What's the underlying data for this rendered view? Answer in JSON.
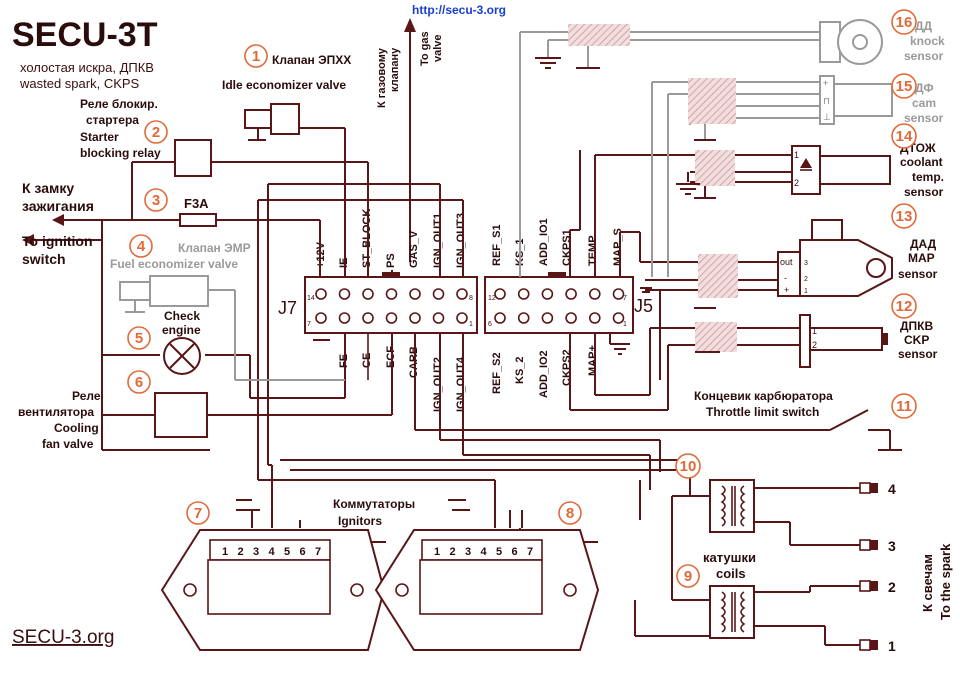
{
  "header": {
    "title": "SECU-3T",
    "subtitle1": "холостая искра, ДПКВ",
    "subtitle2": "wasted spark, CKPS",
    "url": "http://secu-3.org",
    "footer": "SECU-3.org"
  },
  "connectors": {
    "j7_name": "J7",
    "j5_name": "J5",
    "j7_top": [
      "+12V",
      "IE",
      "ST_BLOCK",
      "PS",
      "GAS_V",
      "IGN_OUT1",
      "IGN_OUT3"
    ],
    "j7_bottom": [
      "FE",
      "CE",
      "ECF",
      "CARB",
      "IGN_OUT2",
      "IGN_OUT4"
    ],
    "j5_top": [
      "REF_S1",
      "KS_1",
      "ADD_IO1",
      "CKPS1",
      "TEMP",
      "MAP_S"
    ],
    "j5_bottom": [
      "REF_S2",
      "KS_2",
      "ADD_IO2",
      "CKPS2",
      "MAP+"
    ],
    "j7_pin_numbers": [
      "14",
      "8",
      "7",
      "1"
    ],
    "j5_pin_numbers": [
      "12",
      "7",
      "6",
      "1"
    ]
  },
  "components": {
    "c1": {
      "num": "1",
      "ru": "Клапан ЭПХХ",
      "en": "Idle economizer valve"
    },
    "c2": {
      "num": "2",
      "ru1": "Реле блокир.",
      "ru2": "стартера",
      "en1": "Starter",
      "en2": "blocking relay"
    },
    "c3": {
      "num": "3",
      "ru1": "К замку",
      "ru2": "зажигания",
      "en1": "To ignition",
      "en2": "switch",
      "fuse": "F3A"
    },
    "c4": {
      "num": "4",
      "ru": "Клапан ЭМР",
      "en": "Fuel economizer valve"
    },
    "c5": {
      "num": "5",
      "en1": "Check",
      "en2": "engine"
    },
    "c6": {
      "num": "6",
      "ru": "Реле",
      "ru2": "вентилятора",
      "en1": "Cooling",
      "en2": "fan valve"
    },
    "c7": {
      "num": "7"
    },
    "c8": {
      "num": "8"
    },
    "ignitors": {
      "ru": "Коммутаторы",
      "en": "Ignitors",
      "pins": [
        "1",
        "2",
        "3",
        "4",
        "5",
        "6",
        "7"
      ]
    },
    "c9": {
      "num": "9",
      "ru": "катушки",
      "en": "coils"
    },
    "c10": {
      "num": "10"
    },
    "c11": {
      "num": "11",
      "ru": "Концевик карбюратора",
      "en": "Throttle limit switch"
    },
    "c12": {
      "num": "12",
      "ru": "ДПКВ",
      "en1": "CKP",
      "en2": "sensor",
      "pins": [
        "1",
        "2"
      ]
    },
    "c13": {
      "num": "13",
      "ru": "ДАД",
      "en1": "MAP",
      "en2": "sensor",
      "pins": [
        "out",
        "-",
        "+"
      ],
      "pin_nums": [
        "3",
        "2",
        "1"
      ]
    },
    "c14": {
      "num": "14",
      "ru": "ДТОЖ",
      "en1": "coolant",
      "en2": "temp.",
      "en3": "sensor",
      "pins": [
        "1",
        "2"
      ]
    },
    "c15": {
      "num": "15",
      "ru": "ДФ",
      "en1": "cam",
      "en2": "sensor",
      "pins": [
        "+",
        "⊓",
        "⊥"
      ]
    },
    "c16": {
      "num": "16",
      "ru": "ДД",
      "en1": "knock",
      "en2": "sensor"
    },
    "gas": {
      "ru1": "К газовому",
      "ru2": "клапану",
      "en1": "To gas",
      "en2": "valve"
    },
    "spark": {
      "ru": "К свечам",
      "en": "To the spark",
      "outputs": [
        "4",
        "3",
        "2",
        "1"
      ]
    }
  }
}
